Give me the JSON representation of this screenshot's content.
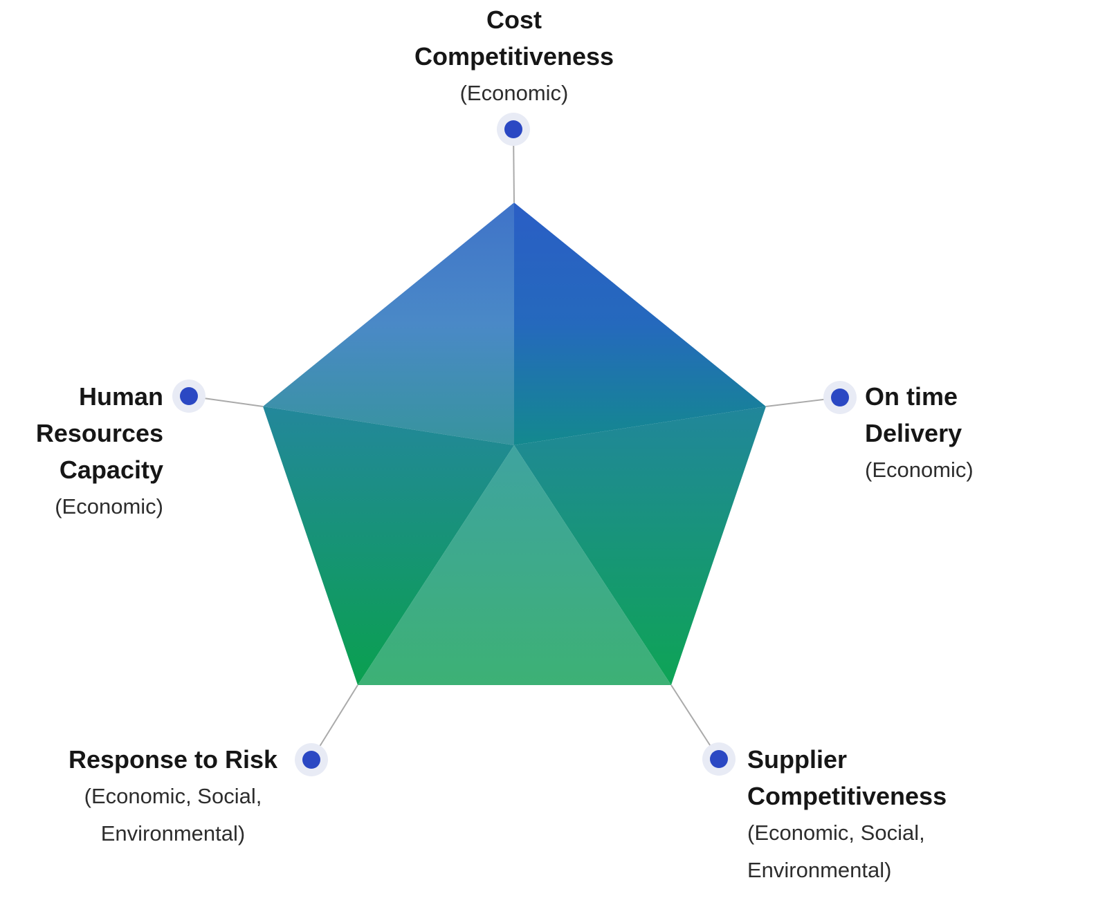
{
  "diagram": {
    "type": "pentagon-infographic",
    "nodes": [
      {
        "label": "Cost Competitiveness",
        "category": "(Economic)"
      },
      {
        "label": "On time Delivery",
        "category": "(Economic)"
      },
      {
        "label": "Supplier Competitiveness",
        "category": "(Economic, Social, Environmental)"
      },
      {
        "label": "Response to Risk",
        "category": "(Economic, Social, Environmental)"
      },
      {
        "label": "Human Resources Capacity",
        "category": "(Economic)"
      }
    ]
  },
  "labels": {
    "top": {
      "t1": "Cost",
      "t2": "Competitiveness",
      "s1": "(Economic)"
    },
    "right": {
      "t1": "On time",
      "t2": "Delivery",
      "s1": "(Economic)"
    },
    "left": {
      "t1": "Human",
      "t2": "Resources",
      "t3": "Capacity",
      "s1": "(Economic)"
    },
    "bottom_left": {
      "t1": "Response to Risk",
      "s1": "(Economic, Social,",
      "s2": "Environmental)"
    },
    "bottom_right": {
      "t1": "Supplier",
      "t2": "Competitiveness",
      "s1": "(Economic, Social,",
      "s2": "Environmental)"
    }
  },
  "colors": {
    "background": "#ffffff",
    "text_primary": "#161616",
    "text_secondary": "#2d2d2d",
    "connector": "#aaaaaa",
    "dot_fill": "#2b48c3",
    "dot_halo": "#e8ebf5",
    "face_top_right": {
      "from": "#2a5ec5",
      "mid": "#2569bd",
      "to": "#13898e"
    },
    "face_top_left": {
      "from": "#3f73c9",
      "mid": "#4a89c7",
      "to": "#37949d"
    },
    "face_left": {
      "from": "#23879b",
      "to": "#0aa04f"
    },
    "face_right": {
      "from": "#21869b",
      "to": "#0ea455"
    },
    "face_bottom": {
      "from": "#3fa3a0",
      "to": "#3db175"
    }
  }
}
